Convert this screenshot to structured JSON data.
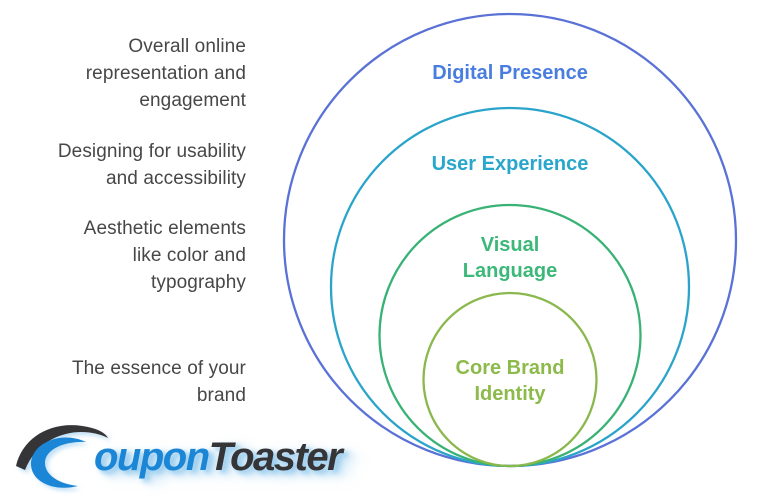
{
  "diagram": {
    "type": "nested-circles",
    "rings": [
      {
        "label": "Digital Presence",
        "label_lines": [
          "Digital Presence"
        ],
        "description": "Overall online\nrepresentation and\nengagement",
        "stroke": "#5a72d6",
        "text_color": "#4a7de0"
      },
      {
        "label": "User Experience",
        "label_lines": [
          "User Experience"
        ],
        "description": "Designing for usability\nand accessibility",
        "stroke": "#2aa4ca",
        "text_color": "#29a6cc"
      },
      {
        "label": "Visual Language",
        "label_lines": [
          "Visual",
          "Language"
        ],
        "description": "Aesthetic elements\nlike color and\ntypography",
        "stroke": "#39b275",
        "text_color": "#3cb878"
      },
      {
        "label": "Core Brand Identity",
        "label_lines": [
          "Core Brand",
          "Identity"
        ],
        "description": "The essence of your\nbrand",
        "stroke": "#8ab84c",
        "text_color": "#8cba4b"
      }
    ],
    "left_text_color": "#474747"
  },
  "logo": {
    "name": "CouponToaster",
    "text_blue": "oupon",
    "text_dark": "Toaster",
    "blue": "#1b85d6",
    "dark": "#353538"
  }
}
